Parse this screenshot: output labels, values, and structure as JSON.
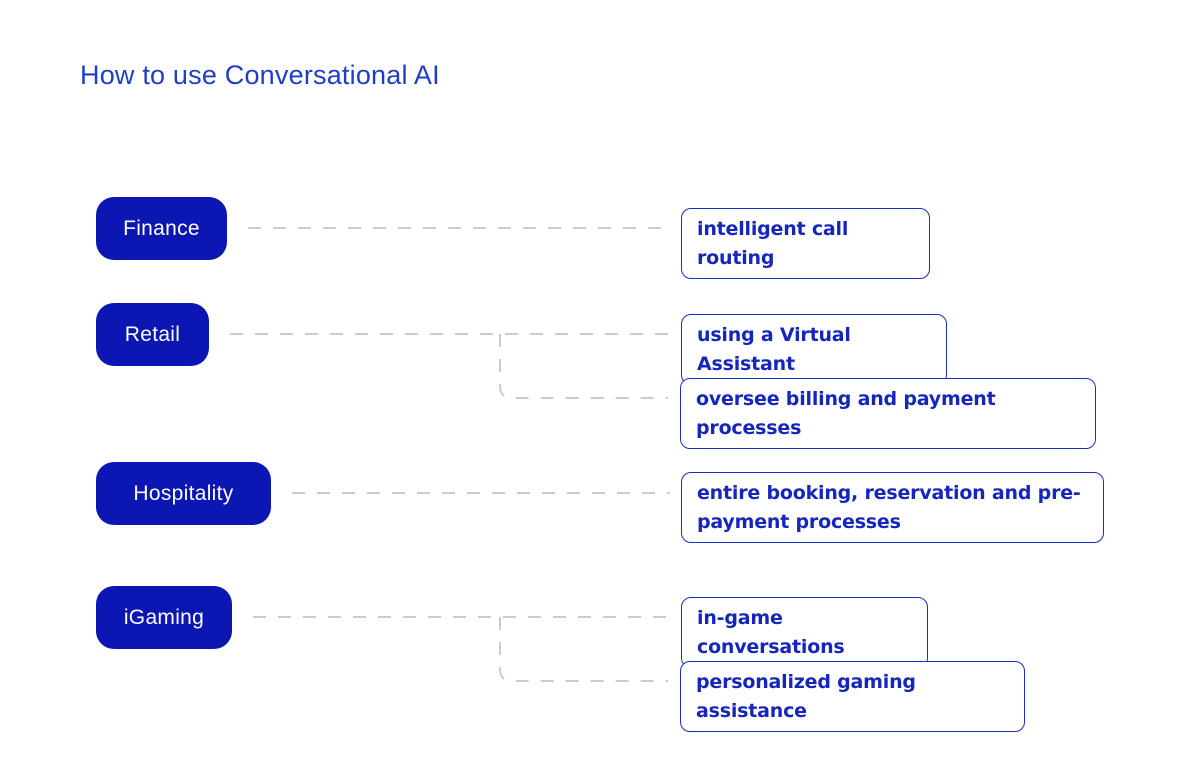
{
  "title": "How to use Conversational AI",
  "colors": {
    "title_text": "#1e3ec8",
    "pill_fill": "#0b16b3",
    "pill_text": "#ffffff",
    "box_border": "#1b2ec0",
    "box_text": "#1626bd",
    "connector_dash": "#cbcbcb",
    "background": "#ffffff"
  },
  "diagram": {
    "categories": [
      {
        "label": "Finance",
        "uses": [
          "intelligent call routing"
        ]
      },
      {
        "label": "Retail",
        "uses": [
          "using a Virtual Assistant",
          "oversee billing and payment processes"
        ]
      },
      {
        "label": "Hospitality",
        "uses": [
          "entire booking, reservation and pre-payment processes"
        ]
      },
      {
        "label": "iGaming",
        "uses": [
          "in-game conversations",
          "personalized gaming assistance"
        ]
      }
    ]
  }
}
